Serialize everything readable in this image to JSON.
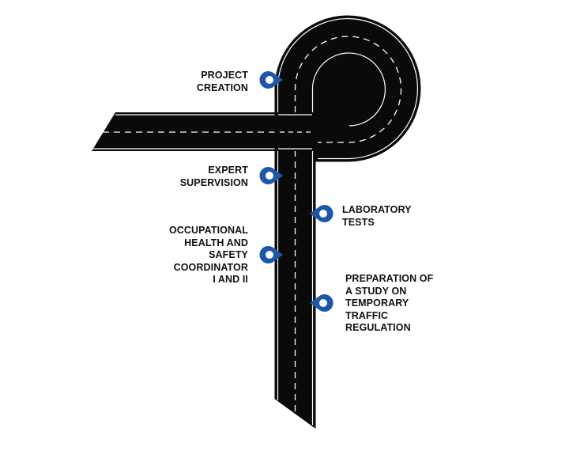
{
  "milestones": {
    "project_creation": [
      "PROJECT",
      "CREATION"
    ],
    "expert_supervision": [
      "EXPERT",
      "SUPERVISION"
    ],
    "ohs_coordinator": [
      "OCCUPATIONAL",
      "HEALTH AND",
      "SAFETY",
      "COORDINATOR",
      "I AND II"
    ],
    "laboratory_tests": [
      "LABORATORY",
      "TESTS"
    ],
    "traffic_study": [
      "PREPARATION OF",
      "A STUDY ON",
      "TEMPORARY",
      "TRAFFIC",
      "REGULATION"
    ]
  },
  "colors": {
    "road": "#0a0a0a",
    "road_edge": "#ffffff",
    "lane_marking": "#ffffff",
    "pin": "#1d57a8",
    "pin_hole": "#ffffff",
    "label_text": "#111111"
  }
}
